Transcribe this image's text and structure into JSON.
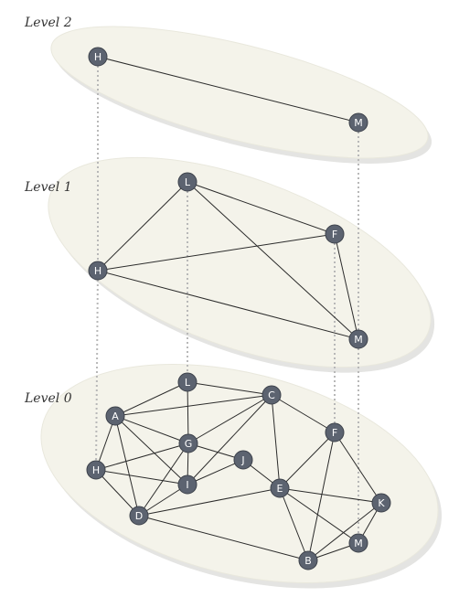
{
  "colors": {
    "plane_fill": "#f4f3ea",
    "plane_shadow": "#e4e4e2",
    "node_fill": "#5c6370",
    "node_stroke": "#3d424b",
    "node_text": "#ffffff",
    "edge": "#2b2b2b",
    "dotted": "#b8b8b8"
  },
  "levels": [
    {
      "label": "Level 2",
      "nodes": [
        "H",
        "M"
      ],
      "edges": [
        [
          "H",
          "M"
        ]
      ]
    },
    {
      "label": "Level 1",
      "nodes": [
        "L",
        "F",
        "H",
        "M"
      ],
      "edges": [
        [
          "L",
          "H"
        ],
        [
          "L",
          "F"
        ],
        [
          "L",
          "M"
        ],
        [
          "H",
          "F"
        ],
        [
          "H",
          "M"
        ],
        [
          "F",
          "M"
        ]
      ]
    },
    {
      "label": "Level 0",
      "nodes": [
        "L",
        "C",
        "A",
        "G",
        "F",
        "J",
        "H",
        "I",
        "E",
        "K",
        "D",
        "M",
        "B"
      ],
      "edges": [
        [
          "A",
          "L"
        ],
        [
          "L",
          "C"
        ],
        [
          "A",
          "C"
        ],
        [
          "A",
          "G"
        ],
        [
          "A",
          "H"
        ],
        [
          "A",
          "D"
        ],
        [
          "A",
          "I"
        ],
        [
          "L",
          "G"
        ],
        [
          "C",
          "G"
        ],
        [
          "C",
          "I"
        ],
        [
          "C",
          "E"
        ],
        [
          "C",
          "F"
        ],
        [
          "G",
          "H"
        ],
        [
          "G",
          "J"
        ],
        [
          "G",
          "D"
        ],
        [
          "G",
          "I"
        ],
        [
          "H",
          "I"
        ],
        [
          "H",
          "D"
        ],
        [
          "I",
          "D"
        ],
        [
          "I",
          "J"
        ],
        [
          "J",
          "E"
        ],
        [
          "D",
          "E"
        ],
        [
          "D",
          "B"
        ],
        [
          "E",
          "F"
        ],
        [
          "E",
          "K"
        ],
        [
          "E",
          "M"
        ],
        [
          "E",
          "B"
        ],
        [
          "F",
          "K"
        ],
        [
          "F",
          "B"
        ],
        [
          "K",
          "M"
        ],
        [
          "K",
          "B"
        ],
        [
          "M",
          "B"
        ]
      ]
    }
  ],
  "vertical_links": [
    "H",
    "L",
    "F",
    "M"
  ]
}
